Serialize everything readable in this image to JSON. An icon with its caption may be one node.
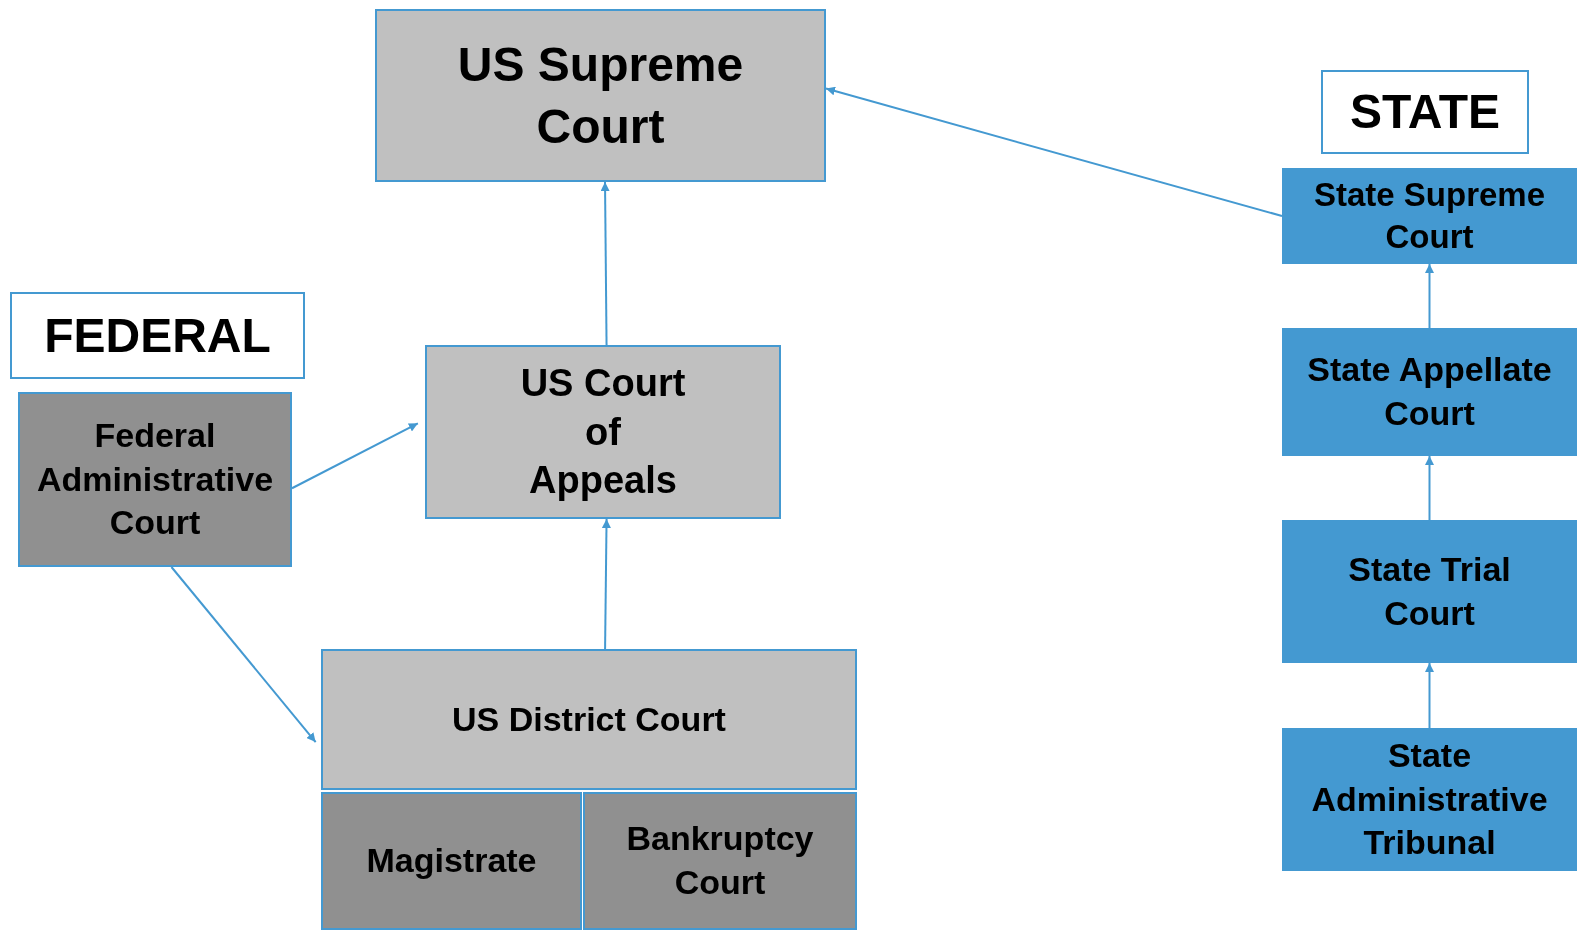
{
  "diagram": {
    "nodes": [
      {
        "text": [
          "US Supreme Court"
        ]
      },
      {
        "text": [
          "STATE"
        ]
      },
      {
        "text": [
          "State Supreme Court"
        ]
      },
      {
        "text": [
          "FEDERAL"
        ]
      },
      {
        "text": [
          "Federal Administrative Court"
        ]
      },
      {
        "text": [
          "US Court of Appeals"
        ]
      },
      {
        "text": [
          "State Appellate Court"
        ]
      },
      {
        "text": [
          "State Trial Court"
        ]
      },
      {
        "text": [
          "US District Court"
        ]
      },
      {
        "text": [
          "Magistrate"
        ]
      },
      {
        "text": [
          "Bankruptcy Court"
        ]
      },
      {
        "text": [
          "State Administrative Tribunal"
        ]
      }
    ],
    "edges": [
      {
        "from": 2,
        "to": 0,
        "arrow": "to"
      },
      {
        "from": 5,
        "to": 0,
        "arrow": "to"
      },
      {
        "from": 4,
        "to": 5,
        "arrow": "to"
      },
      {
        "from": 4,
        "to": 8,
        "arrow": "to"
      },
      {
        "from": 8,
        "to": 5,
        "arrow": "to"
      },
      {
        "from": 6,
        "to": 2,
        "arrow": "to"
      },
      {
        "from": 7,
        "to": 6,
        "arrow": "to"
      },
      {
        "from": 11,
        "to": 7,
        "arrow": "to"
      }
    ]
  }
}
